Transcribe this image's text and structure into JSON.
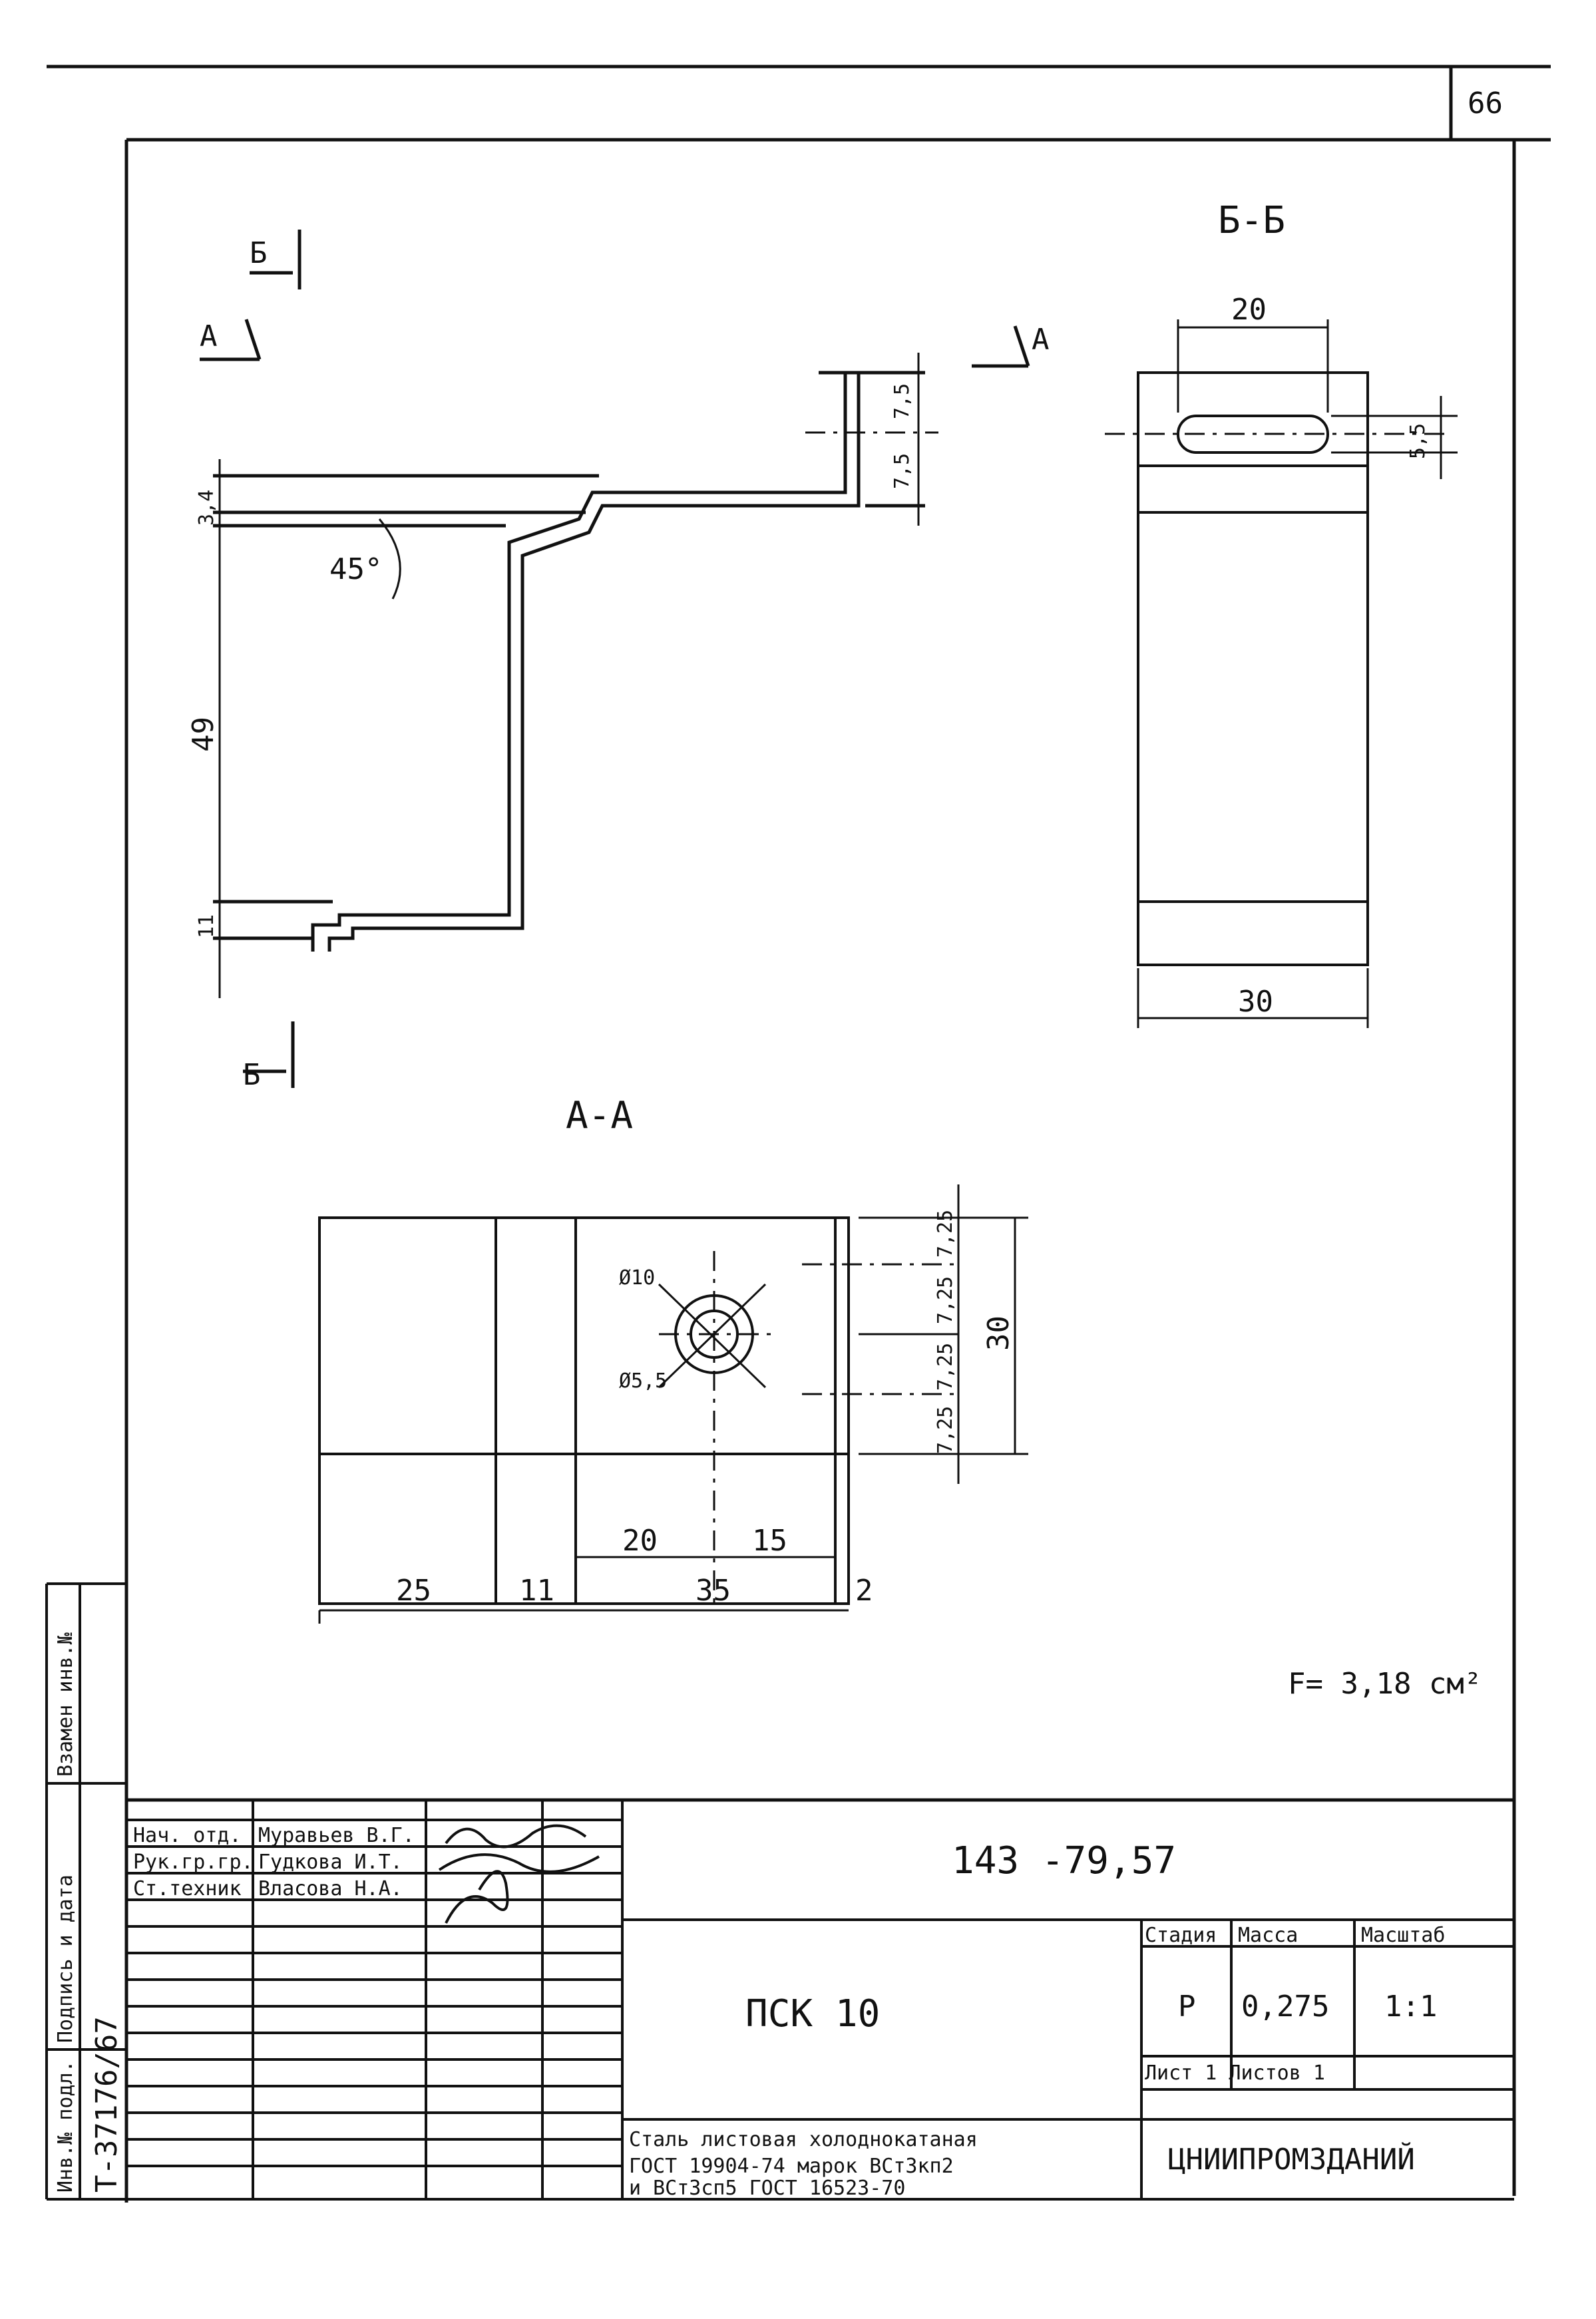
{
  "page_number": "66",
  "views": {
    "section_bb_title": "Б-Б",
    "section_aa_title": "А-А",
    "cut_mark_b": "Б",
    "cut_mark_a": "А"
  },
  "dims": {
    "d34": "3,4",
    "d45deg": "45°",
    "d49": "49",
    "d11": "11",
    "d75a": "7,5",
    "d75b": "7,5",
    "bb_20": "20",
    "bb_55": "5,5",
    "bb_30": "30",
    "aa_phi10": "Ø10",
    "aa_phi55": "Ø5,5",
    "aa_725a": "7,25",
    "aa_725b": "7,25",
    "aa_725c": "7,25",
    "aa_725d": "7,25",
    "aa_30": "30",
    "aa_20": "20",
    "aa_15": "15",
    "aa_25": "25",
    "aa_11": "11",
    "aa_35": "35",
    "aa_2": "2"
  },
  "area_note": "F= 3,18 см²",
  "title_block": {
    "doc_number": "143 -79,57",
    "roles": [
      "Нач. отд.",
      "Рук.гр.гр.",
      "Ст.техник"
    ],
    "names": [
      "Муравьев В.Г.",
      "Гудкова И.Т.",
      "Власова Н.А."
    ],
    "product_name": "ПСК 10",
    "col_stage": "Стадия",
    "col_mass": "Масса",
    "col_scale": "Масштаб",
    "stage": "Р",
    "mass": "0,275",
    "scale": "1:1",
    "sheet_row": "Лист        1 Листов 1",
    "material_line1": "Сталь листовая холоднокатаная",
    "material_line2": "ГОСТ 19904-74 марок ВСт3кп2",
    "material_line3": "и ВСт3сп5 ГОСТ 16523-70",
    "organization": "ЦНИИПРОМЗДАНИЙ"
  },
  "side_stamp": {
    "col1_label": "Инв.№ подл.",
    "col1_value": "Т-37176/67",
    "col2_label": "Подпись и дата",
    "col3_label": "Взамен инв.№"
  }
}
